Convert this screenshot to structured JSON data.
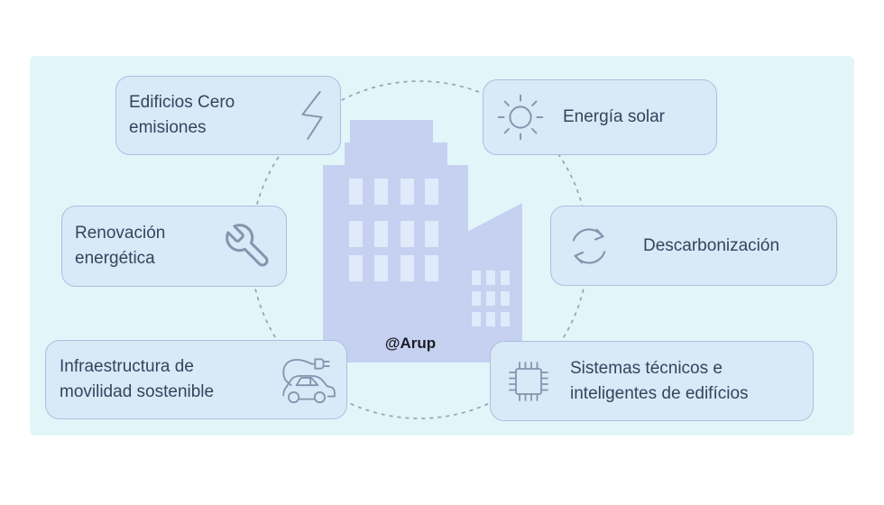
{
  "diagram": {
    "type": "hub-and-spoke infographic",
    "center_illustration": "office-building",
    "credit": "@Arup",
    "cards": {
      "zero_emissions": {
        "line1": "Edificios Cero",
        "line2": "emisiones",
        "icon": "lightning-bolt-icon",
        "icon_side": "right"
      },
      "solar": {
        "line1": "Energía solar",
        "icon": "sun-icon",
        "icon_side": "left"
      },
      "renovation": {
        "line1": "Renovación",
        "line2": "energética",
        "icon": "wrench-icon",
        "icon_side": "right"
      },
      "decarbonization": {
        "line1": "Descarbonización",
        "icon": "cycle-arrows-icon",
        "icon_side": "left"
      },
      "mobility": {
        "line1": "Infraestructura de",
        "line2": "movilidad sostenible",
        "icon": "electric-car-icon",
        "icon_side": "right"
      },
      "systems": {
        "line1": "Sistemas técnicos e",
        "line2": "inteligentes de edifícios",
        "icon": "microchip-icon",
        "icon_side": "left"
      }
    },
    "colors": {
      "panel_background": "#e2f6fa",
      "card_fill": "#d9e9f8",
      "card_border": "#a9c0dc",
      "label_text": "#31465e",
      "building_fill": "#c6d0f0",
      "building_windows": "#dfeafa",
      "icon_stroke": "#8296ae",
      "dotted_circle": "#97a5b4",
      "credit_text": "#1b1d24"
    }
  }
}
